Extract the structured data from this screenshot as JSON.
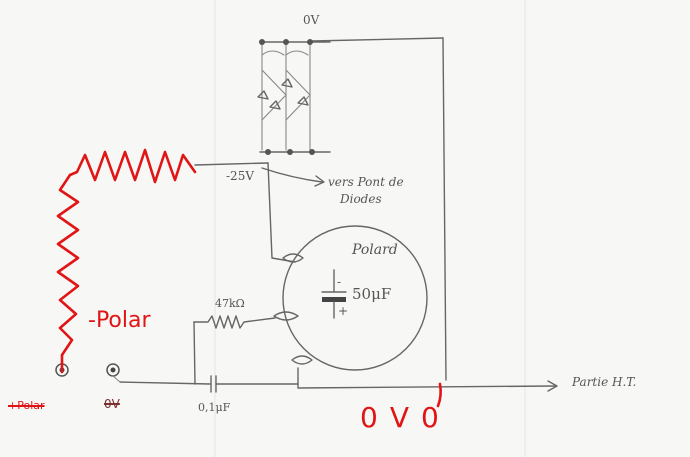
{
  "labels": {
    "top_zero": "0V",
    "minus25": "-25V",
    "vers_line1": "vers Pont de",
    "vers_line2": "Diodes",
    "polard": "Polard",
    "cap_value": "50μF",
    "cap_minus": "-",
    "cap_plus": "+",
    "resistor": "47kΩ",
    "cap_small": "0,1μF",
    "partie": "Partie H.T.",
    "minus_polar": "-Polar",
    "plus_polar": "+Polar",
    "zero_terminal": "0V",
    "zero_big": "0V0"
  },
  "colors": {
    "pencil": "#666666",
    "red_ink": "#e01515",
    "paper": "#f7f7f5"
  }
}
